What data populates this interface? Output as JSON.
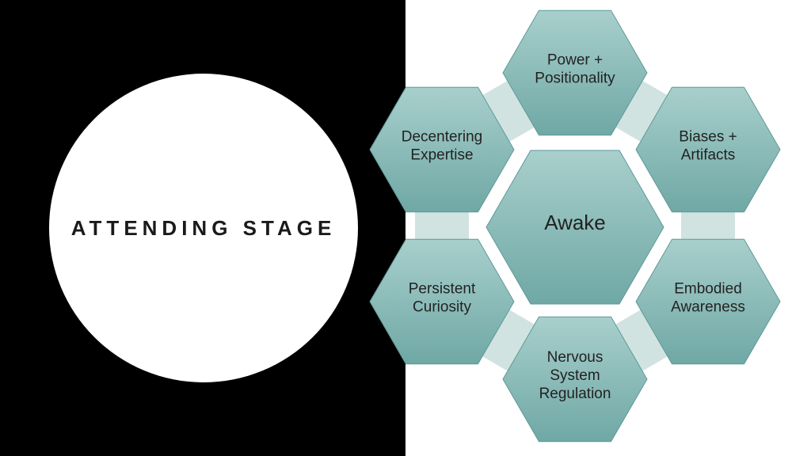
{
  "title": "ATTENDING STAGE",
  "center": {
    "label": "Awake"
  },
  "nodes": [
    {
      "id": "power",
      "lines": [
        "Power +",
        "Positionality"
      ]
    },
    {
      "id": "biases",
      "lines": [
        "Biases +",
        "Artifacts"
      ]
    },
    {
      "id": "embodied",
      "lines": [
        "Embodied",
        "Awareness"
      ]
    },
    {
      "id": "nervous",
      "lines": [
        "Nervous",
        "System",
        "Regulation"
      ]
    },
    {
      "id": "curiosity",
      "lines": [
        "Persistent",
        "Curiosity"
      ]
    },
    {
      "id": "decentering",
      "lines": [
        "Decentering",
        "Expertise"
      ]
    }
  ],
  "colors": {
    "panel": "#000000",
    "hex_top": "#a8cfcc",
    "hex_bottom": "#6fa8a5",
    "connector": "#c5dcda"
  }
}
